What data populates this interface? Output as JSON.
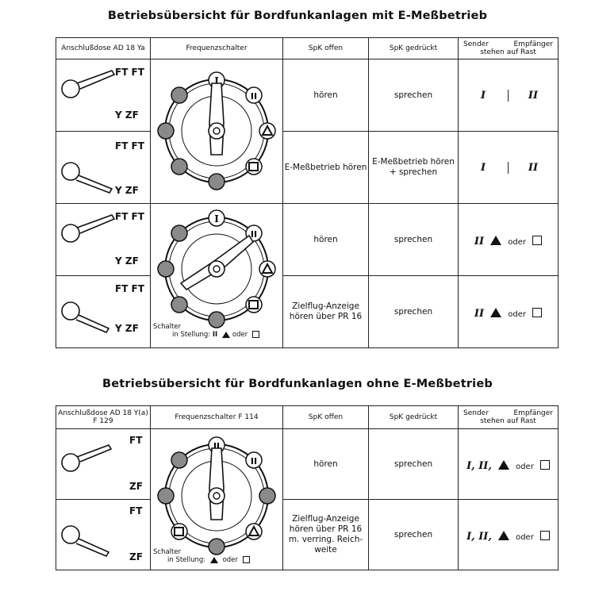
{
  "section1": {
    "title": "Betriebsübersicht für Bordfunkanlagen mit E-Meßbetrieb",
    "headers": {
      "plug": "Anschlußdose AD 18 Ya",
      "switch": "Frequenzschalter",
      "spk_open": "SpK offen",
      "spk_pressed": "SpK gedrückt",
      "sender": "Sender",
      "receiver": "Empfänger",
      "rast": "stehen auf Rast"
    },
    "rows": [
      {
        "plug_top": "FT FT",
        "plug_bottom": "Y ZF",
        "spk_open": "hören",
        "spk_pressed": "sprechen",
        "sender": "I",
        "receiver": "II"
      },
      {
        "plug_top": "FT FT",
        "plug_bottom": "Y ZF",
        "spk_open": "E-Meßbetrieb hören",
        "spk_pressed": "E-Meßbetrieb hören + sprechen",
        "sender": "I",
        "receiver": "II"
      },
      {
        "plug_top": "FT FT",
        "plug_bottom": "Y ZF",
        "spk_open": "hören",
        "spk_pressed": "sprechen",
        "rast_roman": "II",
        "rast_oder": "oder"
      },
      {
        "plug_top": "FT FT",
        "plug_bottom": "Y ZF",
        "spk_open": "Zielflug-Anzeige hören über PR 16",
        "spk_pressed": "sprechen",
        "rast_roman": "II",
        "rast_oder": "oder"
      }
    ],
    "switch_note": {
      "line1": "Schalter",
      "line2": "in Stellung:",
      "roman": "II",
      "oder": "oder"
    },
    "dial_label_top": "I"
  },
  "section2": {
    "title": "Betriebsübersicht für Bordfunkanlagen ohne E-Meßbetrieb",
    "headers": {
      "plug": "Anschlußdose AD 18 Y(a) F 129",
      "switch": "Frequenzschalter F 114",
      "spk_open": "SpK offen",
      "spk_pressed": "SpK gedrückt",
      "sender": "Sender",
      "receiver": "Empfänger",
      "rast": "stehen auf Rast"
    },
    "rows": [
      {
        "plug_top": "FT",
        "plug_bottom": "ZF",
        "spk_open": "hören",
        "spk_pressed": "sprechen",
        "rast_roman": "I, II,",
        "rast_oder": "oder"
      },
      {
        "plug_top": "FT",
        "plug_bottom": "ZF",
        "spk_open": "Zielflug-Anzeige hören über PR 16 m. verring. Reich-weite",
        "spk_pressed": "sprechen",
        "rast_roman": "I, II,",
        "rast_oder": "oder"
      }
    ],
    "switch_note": {
      "line1": "Schalter",
      "line2": "in Stellung:",
      "oder": "oder"
    }
  }
}
